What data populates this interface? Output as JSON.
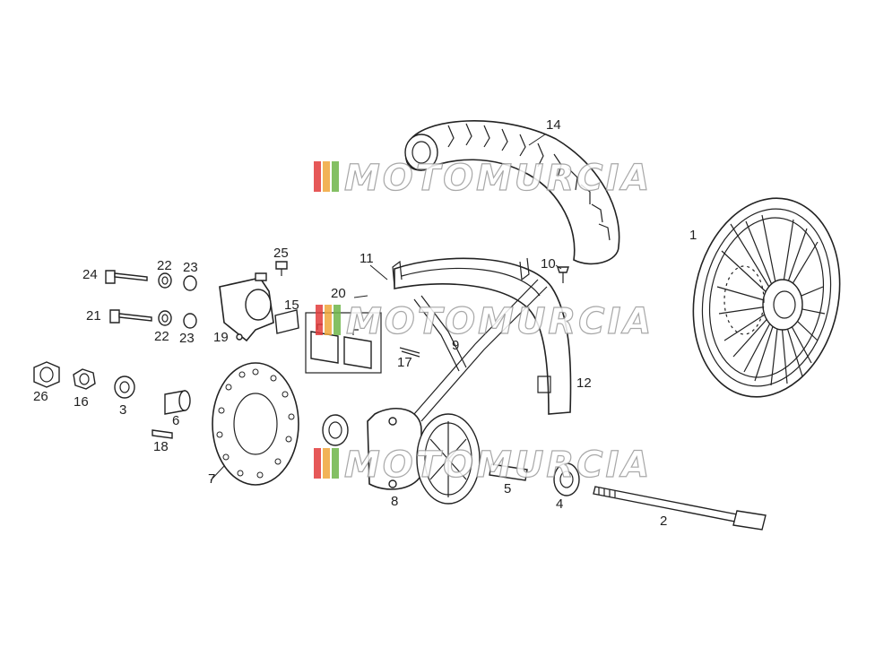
{
  "callouts": {
    "n1": "1",
    "n2": "2",
    "n3": "3",
    "n4": "4",
    "n5": "5",
    "n6": "6",
    "n7": "7",
    "n8": "8",
    "n9": "9",
    "n10": "10",
    "n11": "11",
    "n12": "12",
    "n14": "14",
    "n15": "15",
    "n16": "16",
    "n17": "17",
    "n18": "18",
    "n19": "19",
    "n20": "20",
    "n21": "21",
    "n22a": "22",
    "n22b": "22",
    "n23a": "23",
    "n23b": "23",
    "n24": "24",
    "n25": "25",
    "n26": "26"
  },
  "watermark": {
    "text": "MOTOMURCIA",
    "stripe_colors": [
      "#e23b3b",
      "#f0a63a",
      "#6fb64a"
    ]
  },
  "colors": {
    "line": "#222222",
    "background": "#ffffff"
  }
}
